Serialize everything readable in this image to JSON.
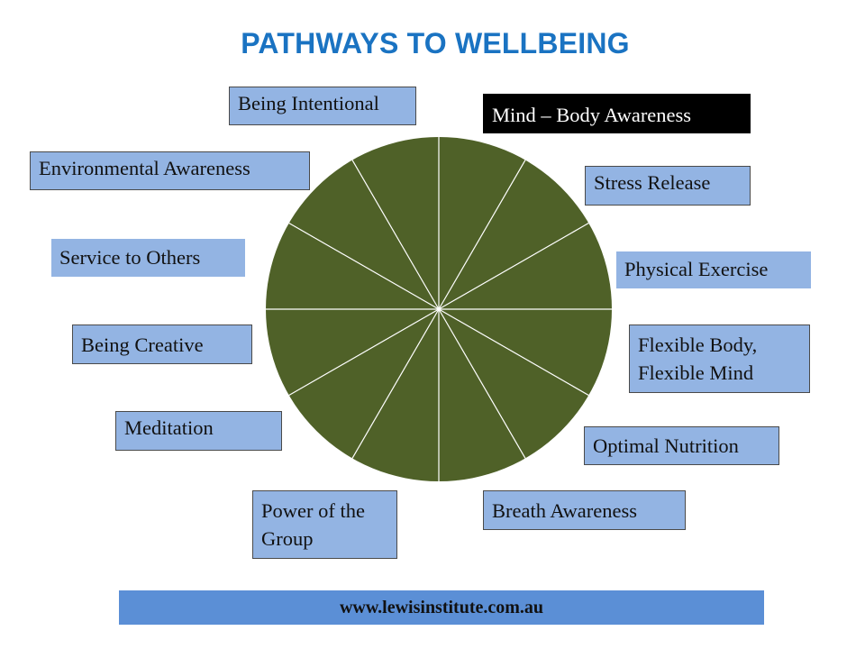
{
  "title": "PATHWAYS TO WELLBEING",
  "wheel": {
    "segments": 12,
    "fill_color": "#4f6128",
    "divider_color": "#ffffff"
  },
  "pathways": {
    "being_intentional": "Being Intentional",
    "mind_body_awareness": "Mind – Body Awareness",
    "environmental_awareness": "Environmental Awareness",
    "stress_release": "Stress Release",
    "service_to_others": "Service to Others",
    "physical_exercise": "Physical Exercise",
    "being_creative": "Being Creative",
    "flexible_body_line1": "Flexible Body,",
    "flexible_body_line2": "Flexible Mind",
    "meditation": "Meditation",
    "optimal_nutrition": "Optimal Nutrition",
    "power_of_group_line1": "Power of the",
    "power_of_group_line2": "Group",
    "breath_awareness": "Breath Awareness"
  },
  "footer": {
    "url": "www.lewisinstitute.com.au"
  },
  "colors": {
    "title": "#1a73c2",
    "box_fill": "#93b4e3",
    "highlight_box": "#000000",
    "footer_bar": "#5b8fd6"
  }
}
